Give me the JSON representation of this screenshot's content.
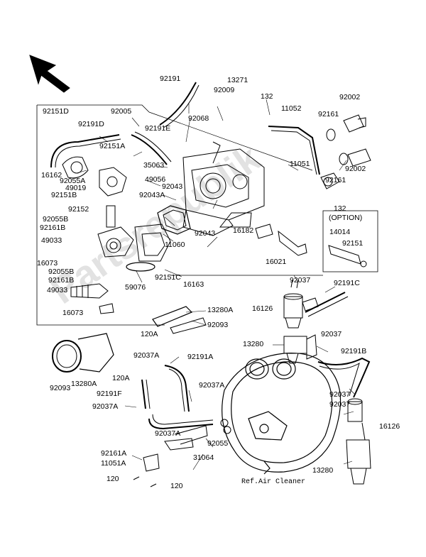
{
  "watermark": "Partsrepublik",
  "reference_note": "Ref.Air Cleaner",
  "labels": {
    "l92191": "92191",
    "l13271": "13271",
    "l92009": "92009",
    "l132a": "132",
    "l11052": "11052",
    "l92002a": "92002",
    "l92161a": "92161",
    "l92151D": "92151D",
    "l92005": "92005",
    "l92068": "92068",
    "l92191D": "92191D",
    "l92191E": "92191E",
    "l92151A": "92151A",
    "l35063": "35063",
    "l11051": "11051",
    "l92002b": "92002",
    "l16162": "16162",
    "l92055A": "92055A",
    "l49019": "49019",
    "l92151B": "92151B",
    "l49056": "49056",
    "l92043A": "92043A",
    "l92161b": "92161",
    "l92152": "92152",
    "l92043a": "92043",
    "l92055B": "92055B",
    "l92161B": "92161B",
    "l132b": "132",
    "l49033a": "49033",
    "l92043b": "92043",
    "l16182": "16182",
    "l11060": "11060",
    "l16073a": "16073",
    "l92055Bb": "92055B",
    "l92161Bb": "92161B",
    "l59076": "59076",
    "l92151C": "92151C",
    "l49033b": "49033",
    "l16163": "16163",
    "l16021": "16021",
    "l92037a": "92037",
    "l92191C": "92191C",
    "l16126a": "16126",
    "l16073b": "16073",
    "l13280A": "13280A",
    "l92037b": "92037",
    "l92093a": "92093",
    "l120Aa": "120A",
    "l13280a": "13280",
    "l92191B": "92191B",
    "l92037A": "92037A",
    "l92191A": "92191A",
    "l92093b": "92093",
    "l13280Ab": "13280A",
    "l120Ab": "120A",
    "l92191F": "92191F",
    "l92037Ab": "92037A",
    "l92037c": "92037",
    "l92037Ac": "92037A",
    "l92037d": "92037",
    "l92037Ad": "92037A",
    "l92055": "92055",
    "l16126b": "16126",
    "l92161A": "92161A",
    "l31064": "31064",
    "l11051A": "11051A",
    "l120a": "120",
    "l120b": "120",
    "l13280b": "13280",
    "l14014": "14014",
    "l92151": "92151",
    "option": "(OPTION)"
  }
}
